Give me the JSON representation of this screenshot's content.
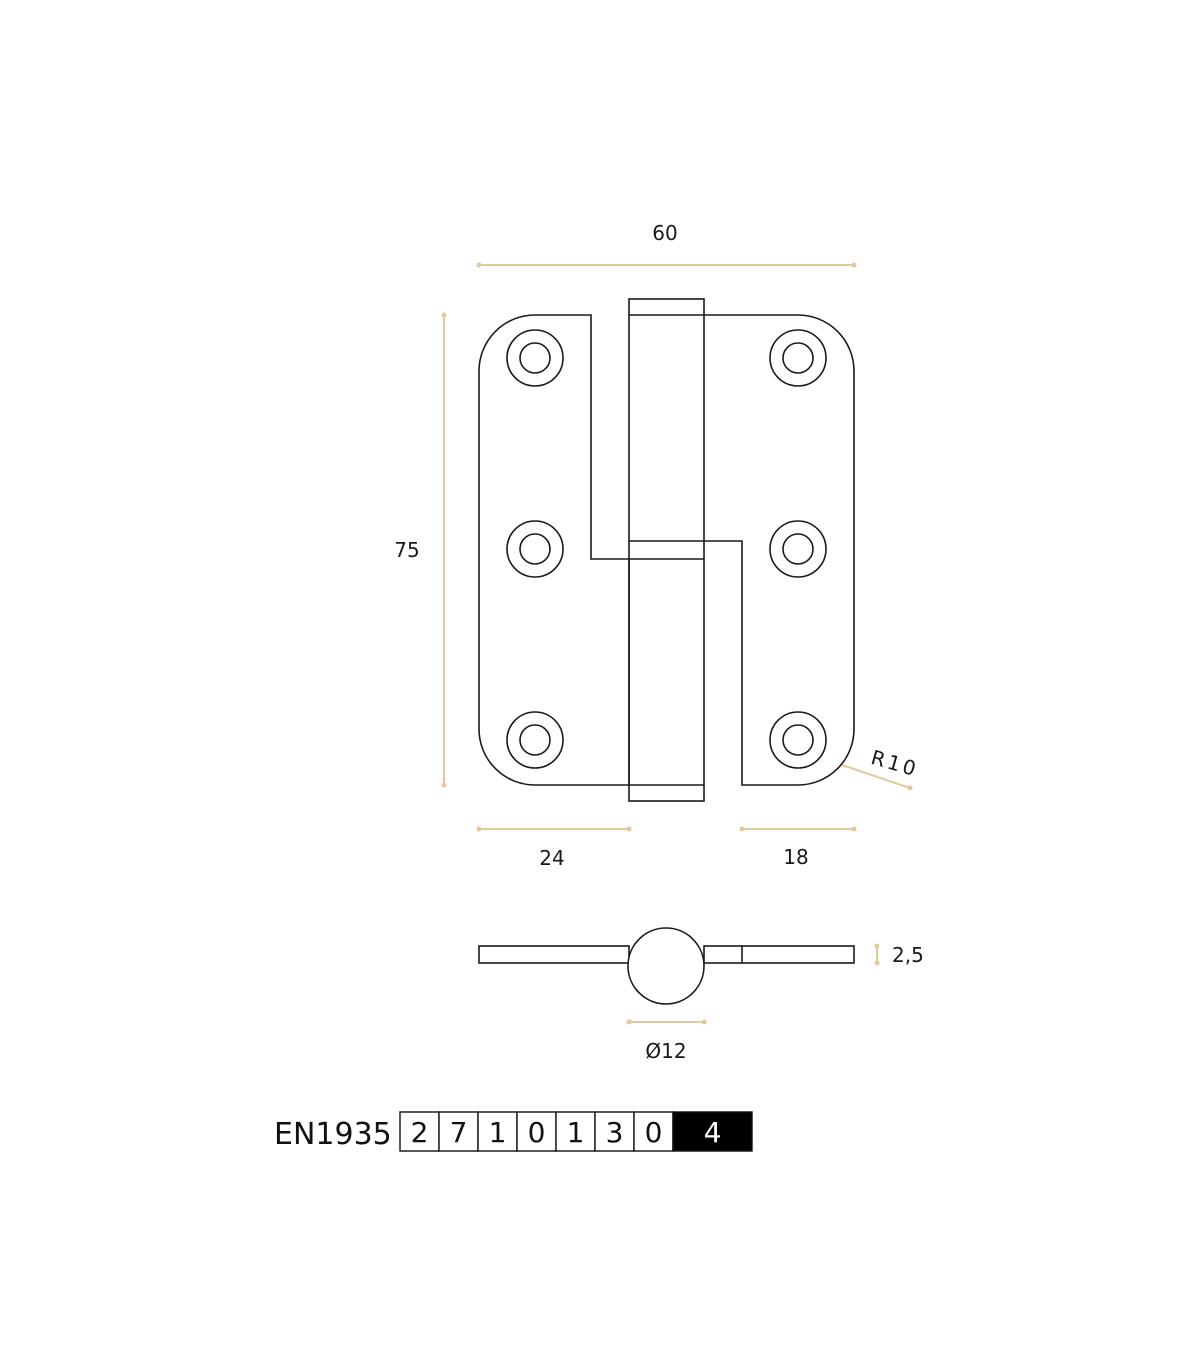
{
  "colors": {
    "line": "#1a1a1a",
    "dimension": "#e2c89a",
    "cell_highlight_bg": "#000000",
    "cell_highlight_text": "#ffffff"
  },
  "dimensions": {
    "width": "60",
    "height": "75",
    "left_leaf": "24",
    "right_leaf": "18",
    "radius": "R10",
    "thickness": "2,5",
    "pin_diameter": "Ø12"
  },
  "classification": {
    "label": "EN1935",
    "digits": [
      "2",
      "7",
      "1",
      "0",
      "1",
      "3",
      "0",
      "4"
    ],
    "highlighted_index": 7
  }
}
